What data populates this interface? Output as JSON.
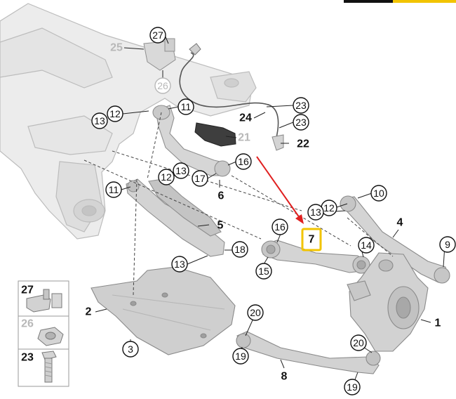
{
  "colors": {
    "part_fill": "#d9d9d9",
    "part_stroke": "#8f8f8f",
    "frame_fill": "#ececec",
    "highlight_box": "#f2c400",
    "arrow": "#e02020",
    "top_strip": "#f2c400"
  },
  "callouts": {
    "c27_top": "27",
    "c25": "25",
    "c26_top": "26",
    "c11_top": "11",
    "c12_top": "12",
    "c13_top": "13",
    "c24": "24",
    "c23_a": "23",
    "c23_b": "23",
    "c21": "21",
    "c22": "22",
    "c16_top": "16",
    "c17": "17",
    "c6": "6",
    "c11_mid": "11",
    "c12_mid": "12",
    "c13_mid": "13",
    "c5": "5",
    "c18": "18",
    "c13_low": "13",
    "c10": "10",
    "c12_right": "12",
    "c13_right": "13",
    "c4": "4",
    "c16_arm": "16",
    "c7": "7",
    "c14": "14",
    "c15": "15",
    "c9": "9",
    "c2": "2",
    "c3": "3",
    "c20_a": "20",
    "c19_a": "19",
    "c8": "8",
    "c20_b": "20",
    "c19_b": "19",
    "c1": "1"
  },
  "legend": [
    {
      "label": "27",
      "icon": "clip-icon"
    },
    {
      "label": "26",
      "icon": "nut-icon"
    },
    {
      "label": "23",
      "icon": "bolt-icon"
    }
  ]
}
